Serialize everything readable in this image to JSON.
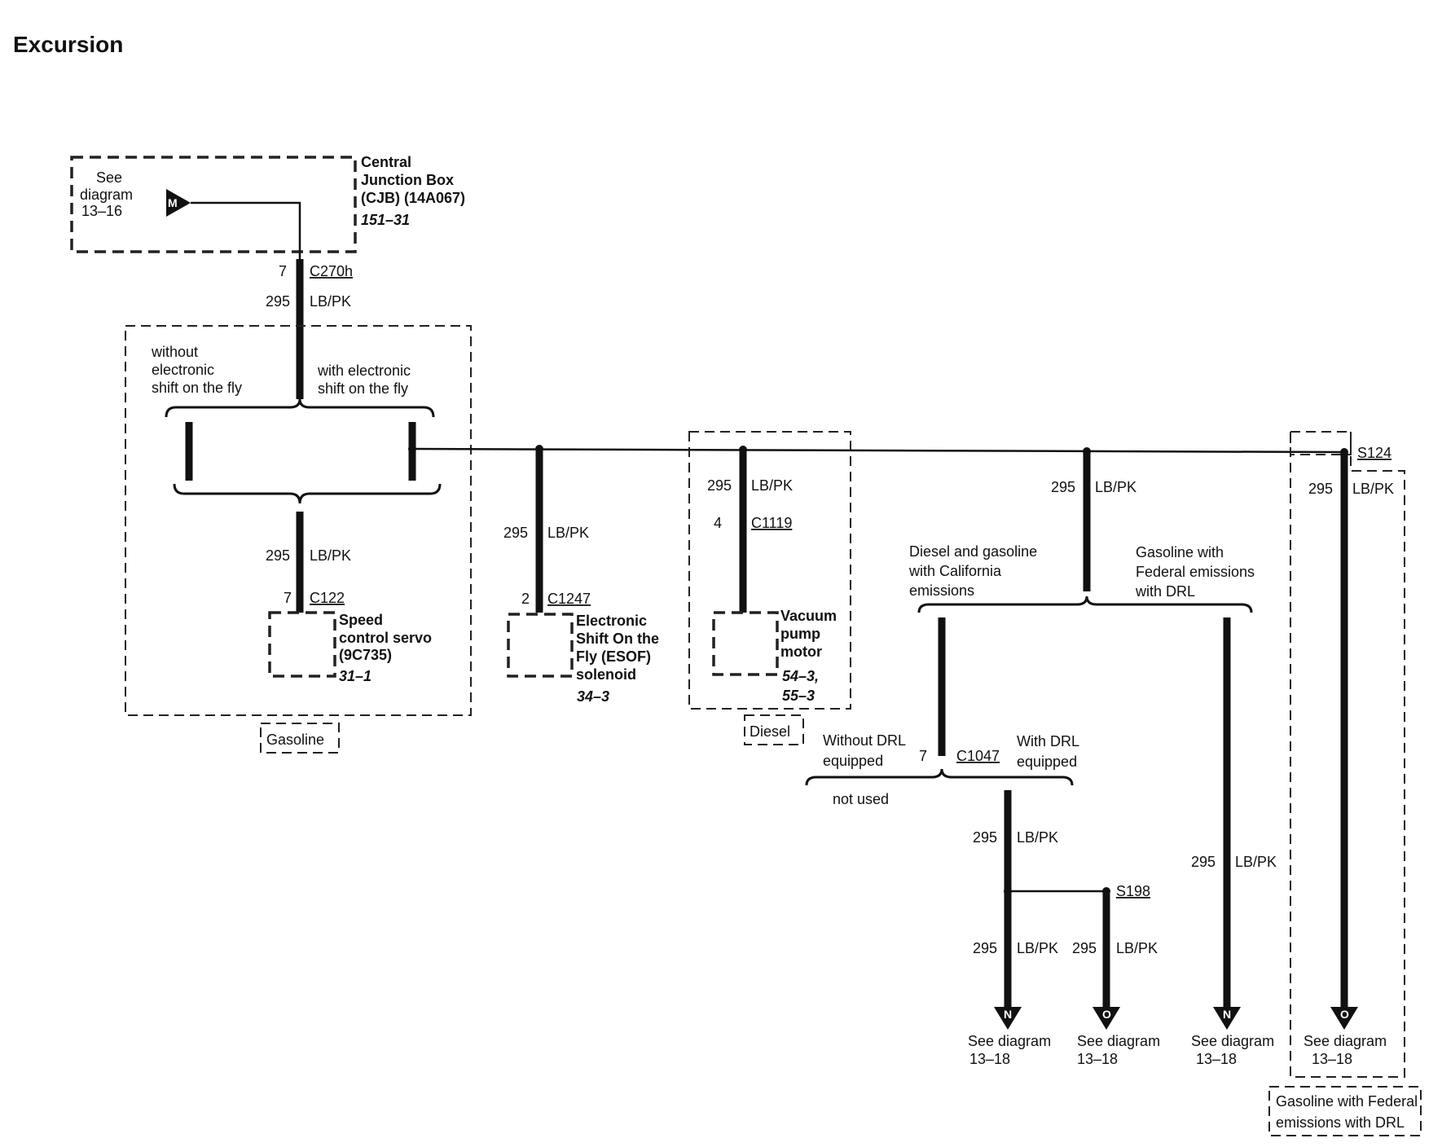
{
  "title": "Excursion",
  "cjb": {
    "see": "See",
    "diagram": "diagram",
    "ref": "13–16",
    "pin_letter": "M",
    "name_line1": "Central",
    "name_line2": "Junction Box",
    "name_line3": "(CJB) (14A067)",
    "page": "151–31"
  },
  "wire": {
    "circuit": "295",
    "color": "LB/PK"
  },
  "connectors": {
    "c270h": {
      "pin": "7",
      "name": "C270h"
    },
    "c122": {
      "pin": "7",
      "name": "C122"
    },
    "c1247": {
      "pin": "2",
      "name": "C1247"
    },
    "c1119": {
      "pin": "4",
      "name": "C1119"
    },
    "c1047": {
      "pin": "7",
      "name": "C1047"
    }
  },
  "splices": {
    "s124": "S124",
    "s198": "S198"
  },
  "gas_group": {
    "without_l1": "without",
    "without_l2": "electronic",
    "without_l3": "shift on the fly",
    "with_l1": "with electronic",
    "with_l2": "shift on the fly",
    "tag": "Gasoline"
  },
  "components": {
    "servo": {
      "l1": "Speed",
      "l2": "control servo",
      "l3": "(9C735)",
      "page": "31–1"
    },
    "esof": {
      "l1": "Electronic",
      "l2": "Shift On the",
      "l3": "Fly (ESOF)",
      "l4": "solenoid",
      "page": "34–3"
    },
    "vacuum": {
      "l1": "Vacuum",
      "l2": "pump",
      "l3": "motor",
      "page1": "54–3,",
      "page2": "55–3",
      "tag": "Diesel"
    }
  },
  "options": {
    "ca_l1": "Diesel and gasoline",
    "ca_l2": "with California",
    "ca_l3": "emissions",
    "fed_l1": "Gasoline with",
    "fed_l2": "Federal emissions",
    "fed_l3": "with DRL",
    "without_drl_l1": "Without DRL",
    "without_drl_l2": "equipped",
    "with_drl_l1": "With DRL",
    "with_drl_l2": "equipped",
    "not_used": "not used"
  },
  "outputs": [
    {
      "letter": "N",
      "see": "See diagram",
      "ref": "13–18"
    },
    {
      "letter": "O",
      "see": "See diagram",
      "ref": "13–18"
    },
    {
      "letter": "N",
      "see": "See diagram",
      "ref": "13–18"
    },
    {
      "letter": "O",
      "see": "See diagram",
      "ref": "13–18"
    }
  ],
  "fed_tag": {
    "l1": "Gasoline with Federal",
    "l2": "emissions with DRL"
  }
}
